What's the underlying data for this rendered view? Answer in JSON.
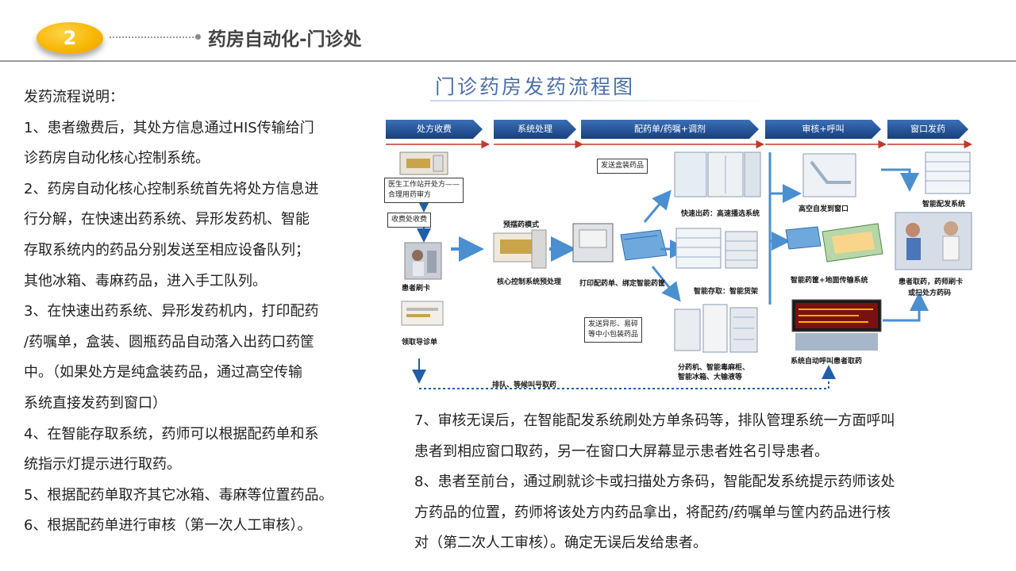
{
  "slide": {
    "number": "2",
    "title": "药房自动化-门诊处"
  },
  "intro": {
    "lines": [
      "发药流程说明：",
      "1、患者缴费后，其处方信息通过HIS传输给门",
      "诊药房自动化核心控制系统。",
      "2、药房自动化核心控制系统首先将处方信息进",
      "行分解，在快速出药系统、异形发药机、智能",
      "存取系统内的药品分别发送至相应设备队列；",
      "其他冰箱、毒麻药品，进入手工队列。",
      "3、在快速出药系统、异形发药机内，打印配药",
      "/药嘱单，盒装、圆瓶药品自动落入出药口药筐",
      "中。（如果处方是纯盒装药品，通过高空传输",
      "系统直接发药到窗口）",
      "4、在智能存取系统，药师可以根据配药单和系",
      "统指示灯提示进行取药。",
      "5、根据配药单取齐其它冰箱、毒麻等位置药品。",
      "6、根据配药单进行审核（第一次人工审核）。"
    ]
  },
  "flowchart": {
    "title": "门诊药房发药流程图",
    "stages": [
      "处方收费",
      "系统处理",
      "配药单/药嘱+调剂",
      "审核+呼叫",
      "窗口发药"
    ],
    "labels": {
      "doctor_station": "医生工作站开处方——",
      "rational_review": "合理用药审方",
      "cashier": "收费处收费",
      "patient_swipe": "患者刷卡",
      "guide_slip": "领取导诊单",
      "pre_dispense": "预摆药模式",
      "core_control": "核心控制系统预处理",
      "print_bind": "打印配药单、绑定智能药筐",
      "boxed_drugs": "发送盒装药品",
      "fast_dispense": "快速出药：高速播选系统",
      "smart_storage": "智能存取：智能货架",
      "odd_shape_1": "发送异形、易碎",
      "odd_shape_2": "等中小包装药品",
      "cabinets_1": "分药机、智能毒麻柜、",
      "cabinets_2": "智能冰箱、大输液等",
      "aerial": "高空自发到窗口",
      "basket_transfer": "智能药筐+地面传输系统",
      "call_screen": "系统自动呼叫患者取药",
      "smart_dispatch": "智能配发系统",
      "pickup_1": "患者取药，药师刷卡",
      "pickup_2": "或扫处方药码",
      "queue": "排队、等候叫号取药"
    }
  },
  "steps_more": {
    "lines": [
      "7、审核无误后，在智能配发系统刷处方单条码等，排队管理系统一方面呼叫",
      "患者到相应窗口取药，另一在窗口大屏幕显示患者姓名引导患者。",
      "8、患者至前台，通过刷就诊卡或扫描处方条码，智能配发系统提示药师该处",
      "方药品的位置，药师将该处方内药品拿出，将配药/药嘱单与筐内药品进行核",
      "对（第二次人工审核）。确定无误后发给患者。"
    ]
  },
  "colors": {
    "badge": "#f7b500",
    "stage_bar": "#1f4e8c",
    "arrow": "#4a8fd0",
    "flow_title": "#4a6fa8"
  }
}
